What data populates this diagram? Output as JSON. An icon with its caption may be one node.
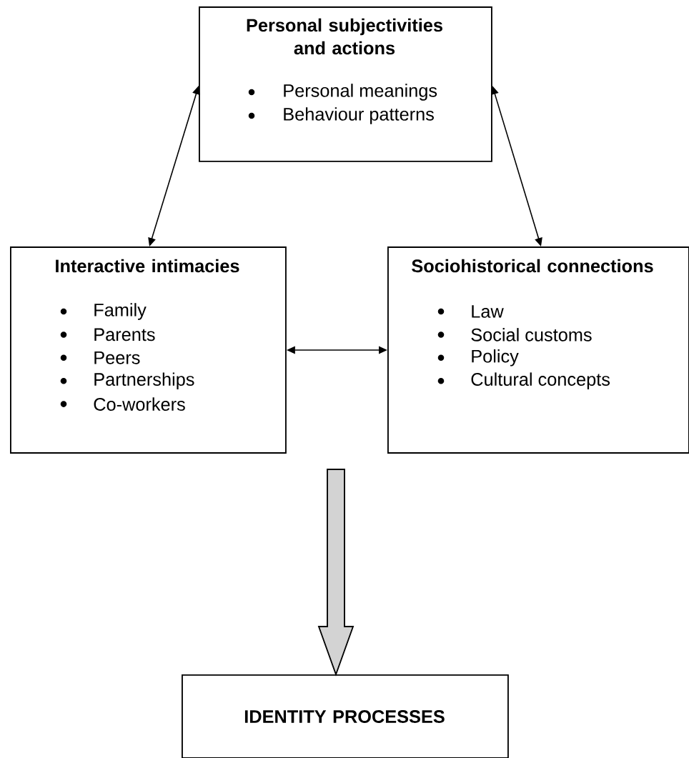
{
  "diagram": {
    "nodes": [
      {
        "text": [
          "Personal subjectivities and actions",
          "Personal meanings",
          "Behaviour patterns"
        ]
      },
      {
        "text": [
          "Interactive intimacies",
          "Family",
          "Parents",
          "Peers",
          "Partnerships",
          "Co-workers"
        ]
      },
      {
        "text": [
          "Sociohistorical connections",
          "Law",
          "Social customs",
          "Policy",
          "Cultural concepts"
        ]
      },
      {
        "text": [
          "IDENTITY PROCESSES"
        ]
      }
    ],
    "edges": [
      {
        "from": 0,
        "to": 1,
        "arrow": "both"
      },
      {
        "from": 0,
        "to": 2,
        "arrow": "both"
      },
      {
        "from": 1,
        "to": 2,
        "arrow": "both"
      },
      {
        "from": null,
        "to": 3,
        "arrow": "to",
        "style": "thick",
        "color": "#d3d3d3"
      }
    ]
  }
}
